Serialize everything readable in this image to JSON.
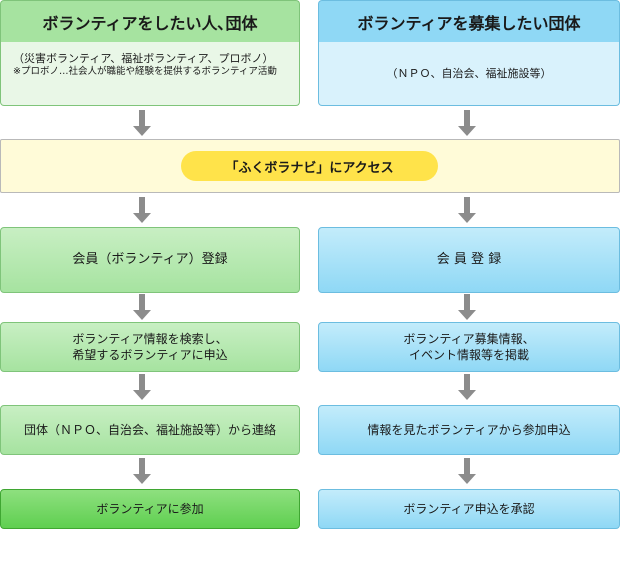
{
  "left_column": {
    "header_title": "ボランティアをしたい人､団体",
    "header_desc": "（災害ボランティア、福祉ボランティア、プロボノ）",
    "header_note": "※プロボノ…社会人が職能や経験を提供するボランティア活動",
    "steps": [
      "会員（ボランティア）登録",
      "ボランティア情報を検索し、",
      "希望するボランティアに申込",
      "団体（ＮＰＯ、自治会、福祉施設等）から連絡",
      "ボランティアに参加"
    ]
  },
  "right_column": {
    "header_title": "ボランティアを募集したい団体",
    "header_desc": "（ＮＰＯ、自治会、福祉施設等）",
    "steps": [
      "会 員 登 録",
      "ボランティア募集情報、",
      "イベント情報等を掲載",
      "情報を見たボランティアから参加申込",
      "ボランティア申込を承認"
    ]
  },
  "access": {
    "label": "「ふくボラナビ」にアクセス"
  },
  "colors": {
    "green_header": "#a6e3a0",
    "green_body": "#e9f7e7",
    "green_final": "#5fcf50",
    "blue_header": "#8fd8f5",
    "blue_body": "#d9f2fc",
    "access_bg": "#fffbd8",
    "pill": "#ffe34a",
    "arrow": "#8c8c8c"
  }
}
